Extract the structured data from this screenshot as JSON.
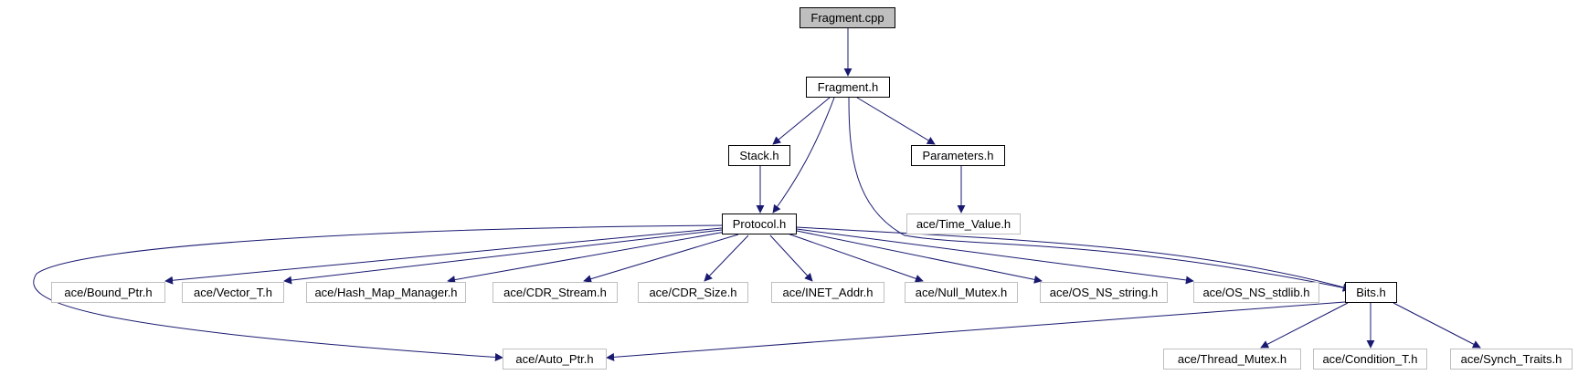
{
  "graph": {
    "colors": {
      "edge": "#191970",
      "root_fill": "#bfbfbf",
      "node_border": "#000000",
      "external_border": "#bfbfbf",
      "background": "#ffffff"
    },
    "nodes": {
      "fragment_cpp": "Fragment.cpp",
      "fragment_h": "Fragment.h",
      "stack_h": "Stack.h",
      "parameters_h": "Parameters.h",
      "time_value_h": "ace/Time_Value.h",
      "protocol_h": "Protocol.h",
      "bound_ptr_h": "ace/Bound_Ptr.h",
      "vector_t_h": "ace/Vector_T.h",
      "hash_map_manager_h": "ace/Hash_Map_Manager.h",
      "cdr_stream_h": "ace/CDR_Stream.h",
      "cdr_size_h": "ace/CDR_Size.h",
      "inet_addr_h": "ace/INET_Addr.h",
      "null_mutex_h": "ace/Null_Mutex.h",
      "os_ns_string_h": "ace/OS_NS_string.h",
      "os_ns_stdlib_h": "ace/OS_NS_stdlib.h",
      "bits_h": "Bits.h",
      "auto_ptr_h": "ace/Auto_Ptr.h",
      "thread_mutex_h": "ace/Thread_Mutex.h",
      "condition_t_h": "ace/Condition_T.h",
      "synch_traits_h": "ace/Synch_Traits.h"
    }
  }
}
